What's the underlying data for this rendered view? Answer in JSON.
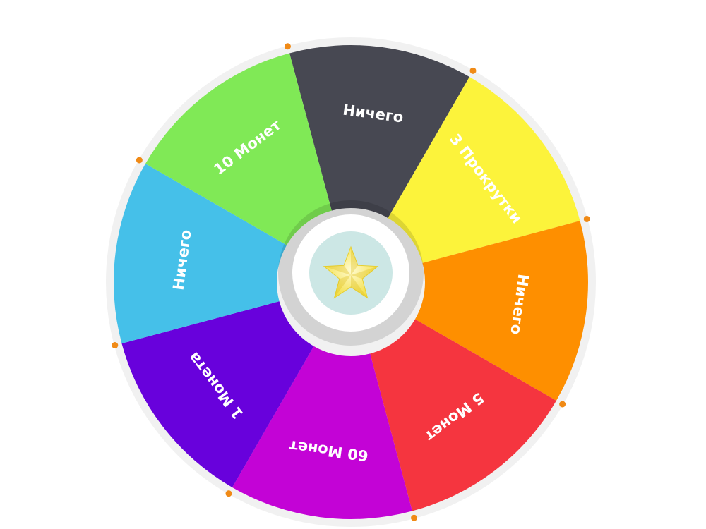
{
  "wheel": {
    "start_angle_deg": -105,
    "segments": [
      {
        "label": "Ничего",
        "color": "#474852"
      },
      {
        "label": "3 Прокрутки",
        "color": "#fcf33b"
      },
      {
        "label": "Ничего",
        "color": "#fe8f00"
      },
      {
        "label": "5 Монет",
        "color": "#f5353f"
      },
      {
        "label": "60 Монет",
        "color": "#c303d6"
      },
      {
        "label": "1 Монета",
        "color": "#6801dc"
      },
      {
        "label": "Ничего",
        "color": "#45c0e9"
      },
      {
        "label": "10 Монет",
        "color": "#80e956"
      }
    ],
    "rim_color": "#f1f1f1",
    "peg_color": "#f08a16",
    "hub_color": "#ffffff",
    "hub_inner_color": "#cce7e5",
    "star_color": "#f8ea5c",
    "center_icon": "star-icon"
  }
}
